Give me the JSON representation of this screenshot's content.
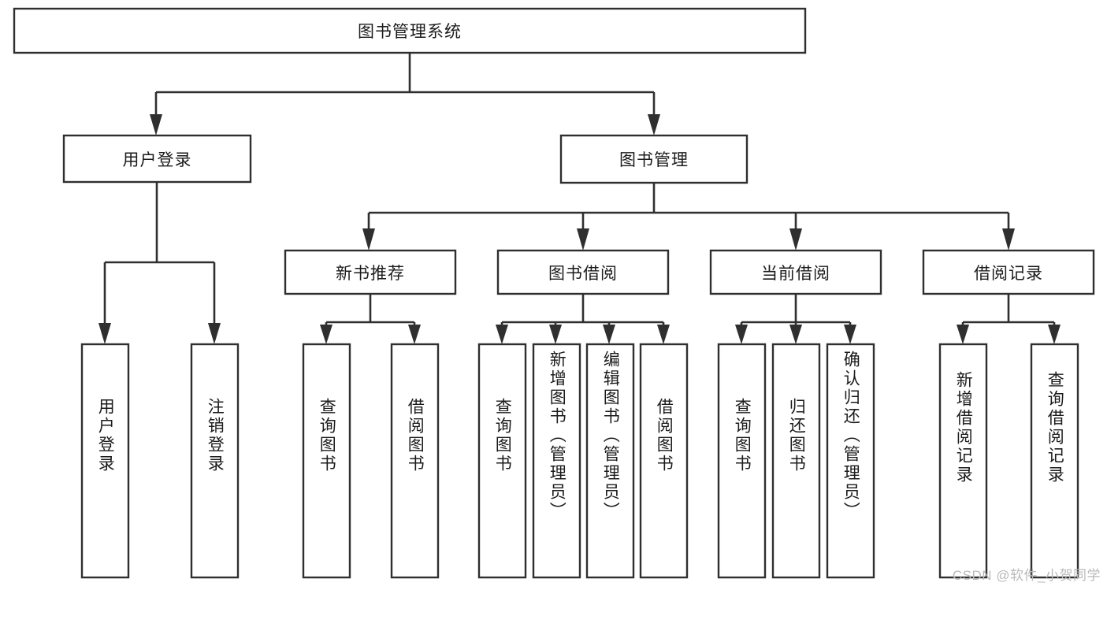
{
  "diagram": {
    "title": "图书管理系统",
    "type": "tree-hierarchy-chart",
    "root": {
      "id": "root",
      "label": "图书管理系统",
      "orientation": "horizontal"
    },
    "level2": [
      {
        "id": "user-login",
        "label": "用户登录",
        "orientation": "horizontal"
      },
      {
        "id": "book-manage",
        "label": "图书管理",
        "orientation": "horizontal"
      }
    ],
    "level3": [
      {
        "id": "new-book-recommend",
        "label": "新书推荐",
        "orientation": "horizontal",
        "parent": "book-manage"
      },
      {
        "id": "book-borrow",
        "label": "图书借阅",
        "orientation": "horizontal",
        "parent": "book-manage"
      },
      {
        "id": "current-borrow",
        "label": "当前借阅",
        "orientation": "horizontal",
        "parent": "book-manage"
      },
      {
        "id": "borrow-record",
        "label": "借阅记录",
        "orientation": "horizontal",
        "parent": "book-manage"
      }
    ],
    "leaves": [
      {
        "id": "leaf-user-login",
        "label": "用户登录",
        "orientation": "vertical",
        "parent": "user-login"
      },
      {
        "id": "leaf-user-logout",
        "label": "注销登录",
        "orientation": "vertical",
        "parent": "user-login"
      },
      {
        "id": "leaf-query-book-1",
        "label": "查询图书",
        "orientation": "vertical",
        "parent": "new-book-recommend"
      },
      {
        "id": "leaf-borrow-book-1",
        "label": "借阅图书",
        "orientation": "vertical",
        "parent": "new-book-recommend"
      },
      {
        "id": "leaf-query-book-2",
        "label": "查询图书",
        "orientation": "vertical",
        "parent": "book-borrow"
      },
      {
        "id": "leaf-add-book",
        "label": "新增图书（管理员）",
        "orientation": "vertical",
        "parent": "book-borrow"
      },
      {
        "id": "leaf-edit-book",
        "label": "编辑图书（管理员）",
        "orientation": "vertical",
        "parent": "book-borrow"
      },
      {
        "id": "leaf-borrow-book-2",
        "label": "借阅图书",
        "orientation": "vertical",
        "parent": "book-borrow"
      },
      {
        "id": "leaf-query-book-3",
        "label": "查询图书",
        "orientation": "vertical",
        "parent": "current-borrow"
      },
      {
        "id": "leaf-return-book",
        "label": "归还图书",
        "orientation": "vertical",
        "parent": "current-borrow"
      },
      {
        "id": "leaf-confirm-return",
        "label": "确认归还（管理员）",
        "orientation": "vertical",
        "parent": "current-borrow"
      },
      {
        "id": "leaf-add-record",
        "label": "新增借阅记录",
        "orientation": "vertical",
        "parent": "borrow-record"
      },
      {
        "id": "leaf-query-record",
        "label": "查询借阅记录",
        "orientation": "vertical",
        "parent": "borrow-record"
      }
    ],
    "colors": {
      "box_stroke": "#2f2f2f",
      "box_fill": "#ffffff",
      "connector": "#2f2f2f",
      "text": "#1b1b1b",
      "background": "#ffffff",
      "watermark": "#b9b9b9"
    }
  },
  "watermark": {
    "text": "CSDN @软件_小贺同学"
  }
}
